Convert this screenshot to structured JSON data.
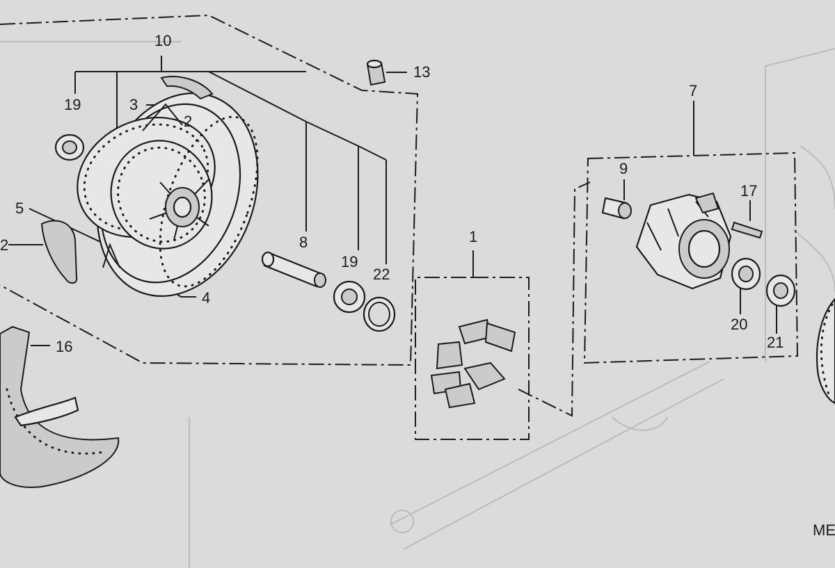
{
  "diagram": {
    "callouts": [
      {
        "id": "c10",
        "text": "10"
      },
      {
        "id": "c19a",
        "text": "19"
      },
      {
        "id": "c3",
        "text": "3"
      },
      {
        "id": "c2a",
        "text": "2"
      },
      {
        "id": "c5",
        "text": "5"
      },
      {
        "id": "c2b",
        "text": "2"
      },
      {
        "id": "c4",
        "text": "4"
      },
      {
        "id": "c16",
        "text": "16"
      },
      {
        "id": "c13",
        "text": "13"
      },
      {
        "id": "c8",
        "text": "8"
      },
      {
        "id": "c19b",
        "text": "19"
      },
      {
        "id": "c22",
        "text": "22"
      },
      {
        "id": "c1",
        "text": "1"
      },
      {
        "id": "c7",
        "text": "7"
      },
      {
        "id": "c9",
        "text": "9"
      },
      {
        "id": "c17",
        "text": "17"
      },
      {
        "id": "c20",
        "text": "20"
      },
      {
        "id": "c21",
        "text": "21"
      }
    ],
    "corner_code": "ME"
  }
}
